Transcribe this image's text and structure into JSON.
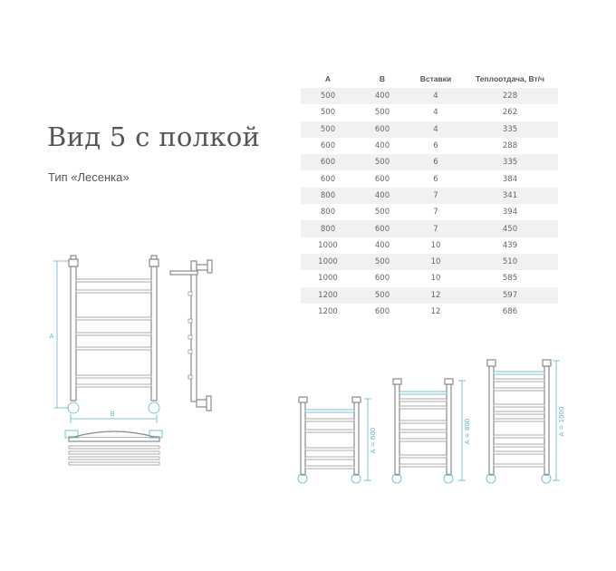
{
  "heading": {
    "title": "Вид 5 с полкой",
    "subtitle": "Тип «Лесенка»"
  },
  "table": {
    "headers": {
      "a": "A",
      "b": "B",
      "inserts": "Вставки",
      "heat": "Теплоотдача, Вт/ч"
    },
    "rows": [
      {
        "a": "500",
        "b": "400",
        "inserts": "4",
        "heat": "228"
      },
      {
        "a": "500",
        "b": "500",
        "inserts": "4",
        "heat": "262"
      },
      {
        "a": "500",
        "b": "600",
        "inserts": "4",
        "heat": "335"
      },
      {
        "a": "600",
        "b": "400",
        "inserts": "6",
        "heat": "288"
      },
      {
        "a": "600",
        "b": "500",
        "inserts": "6",
        "heat": "335"
      },
      {
        "a": "600",
        "b": "600",
        "inserts": "6",
        "heat": "384"
      },
      {
        "a": "800",
        "b": "400",
        "inserts": "7",
        "heat": "341"
      },
      {
        "a": "800",
        "b": "500",
        "inserts": "7",
        "heat": "394"
      },
      {
        "a": "800",
        "b": "600",
        "inserts": "7",
        "heat": "450"
      },
      {
        "a": "1000",
        "b": "400",
        "inserts": "10",
        "heat": "439"
      },
      {
        "a": "1000",
        "b": "500",
        "inserts": "10",
        "heat": "510"
      },
      {
        "a": "1000",
        "b": "600",
        "inserts": "10",
        "heat": "585"
      },
      {
        "a": "1200",
        "b": "500",
        "inserts": "12",
        "heat": "597"
      },
      {
        "a": "1200",
        "b": "600",
        "inserts": "12",
        "heat": "686"
      }
    ]
  },
  "drawing": {
    "label_a": "A",
    "label_b": "B",
    "sizes": [
      {
        "label": "A = 600"
      },
      {
        "label": "A = 800"
      },
      {
        "label": "A = 1000"
      }
    ]
  },
  "colors": {
    "accent": "#5ab3c8",
    "text": "#555555",
    "row_stripe": "#f1f1f1"
  }
}
